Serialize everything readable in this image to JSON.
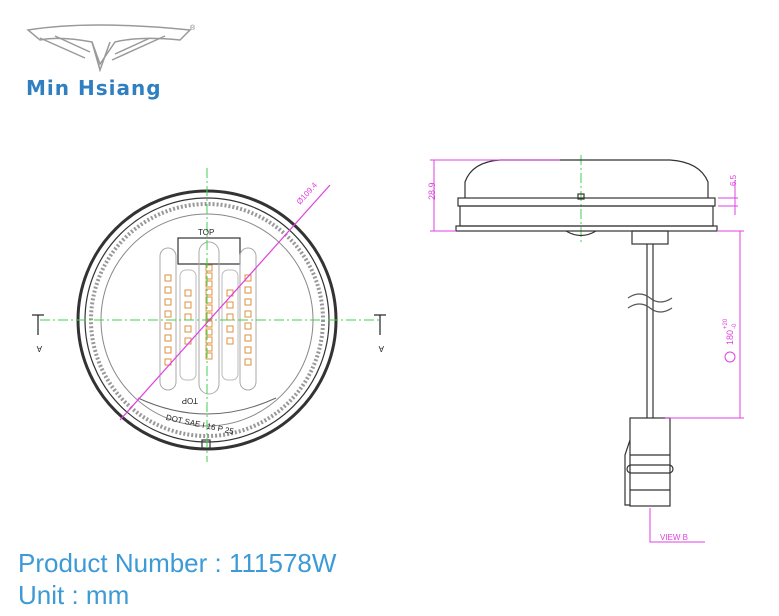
{
  "logo": {
    "brand_name": "Min Hsiang",
    "registered_mark": "®"
  },
  "front_view": {
    "diameter_label": "Ø109.4",
    "top_label": "TOP",
    "bottom_label": "TOP",
    "marking": "DOT SAE I 16 P 25",
    "section_mark_left": "A",
    "section_mark_right": "A"
  },
  "side_view": {
    "height_label": "28.9",
    "flange_label": "6.5",
    "cable_length_label": "180",
    "cable_tolerance_upper": "+20",
    "cable_tolerance_lower": "-0",
    "view_label": "VIEW B"
  },
  "colors": {
    "dimension": "#e040e0",
    "centerline": "#3fd04f",
    "led": "#e09040",
    "text": "#3d9ad6"
  },
  "info": {
    "product_number": "Product Number : 111578W",
    "unit": "Unit : mm"
  }
}
